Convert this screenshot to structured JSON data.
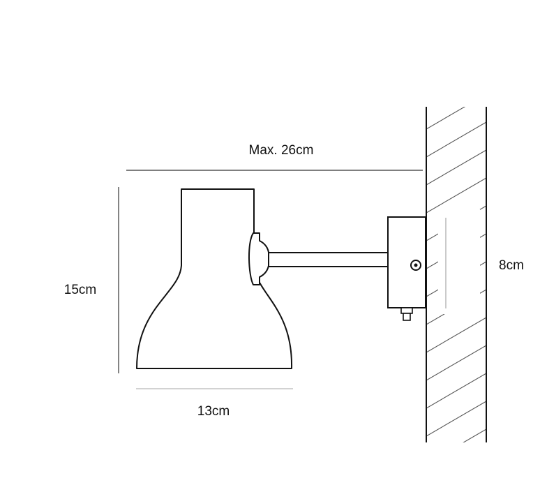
{
  "dimensions": {
    "max_length": "Max. 26cm",
    "shade_height": "15cm",
    "shade_width": "13cm",
    "backplate_height": "8cm"
  },
  "colors": {
    "line": "#111111",
    "dimension_line": "#333333",
    "light_line": "#b8b8b8",
    "background": "#ffffff"
  }
}
